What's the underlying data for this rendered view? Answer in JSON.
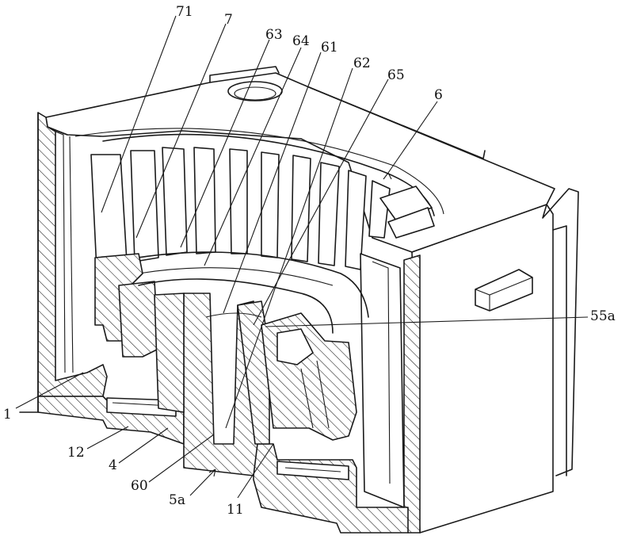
{
  "labels": {
    "l71": "71",
    "l7": "7",
    "l63": "63",
    "l64": "64",
    "l61": "61",
    "l62": "62",
    "l65": "65",
    "l6": "6",
    "l55a": "55a",
    "l1": "1",
    "l12": "12",
    "l4": "4",
    "l60": "60",
    "l5a": "5a",
    "l11": "11"
  }
}
